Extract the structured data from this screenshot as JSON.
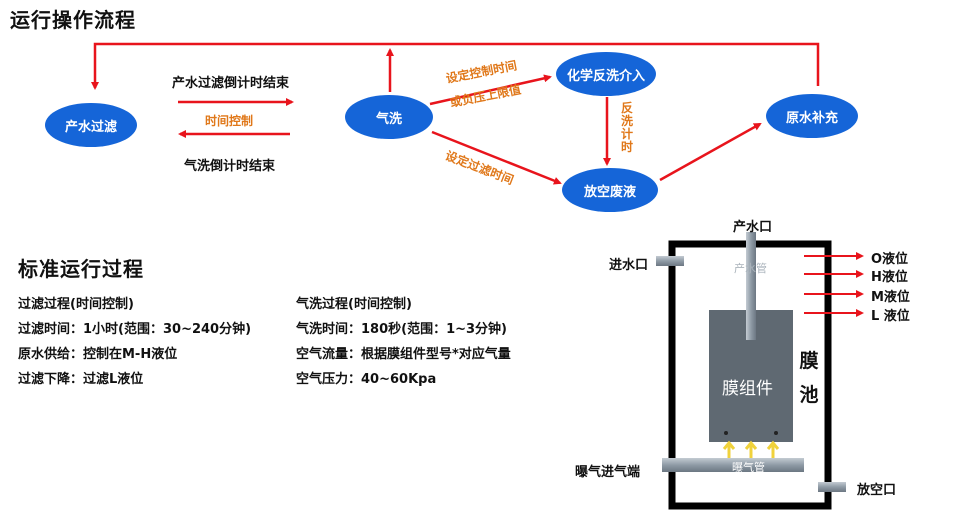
{
  "titles": {
    "flow": "运行操作流程",
    "standard": "标准运行过程"
  },
  "nodes": {
    "production": "产水过滤",
    "air_wash": "气洗",
    "chem_wash": "化学反洗介入",
    "drain": "放空废液",
    "refill": "原水补充"
  },
  "arrow_labels": {
    "filter_countdown_end": "产水过滤倒计时结束",
    "time_control": "时间控制",
    "air_countdown_end": "气洗倒计时结束",
    "set_control_time": "设定控制时间",
    "or_neg_pressure": "或负压上限值",
    "backwash_timing": "反洗计时",
    "set_filter_time": "设定过滤时间"
  },
  "process": {
    "left": [
      "过滤过程(时间控制)",
      "过滤时间：1小时(范围：30~240分钟)",
      "原水供给：控制在M-H液位",
      "过滤下降：过滤L液位"
    ],
    "right": [
      "气洗过程(时间控制)",
      "气洗时间：180秒(范围：1~3分钟)",
      "空气流量：根据膜组件型号*对应气量",
      "空气压力：40~60Kpa"
    ]
  },
  "tank": {
    "outlet": "产水口",
    "inlet": "进水口",
    "outlet_pipe": "产水管",
    "module": "膜组件",
    "tank_label": "膜池",
    "aeration_inlet": "曝气进气端",
    "aeration_pipe": "曝气管",
    "drain_port": "放空口",
    "levels": [
      "O液位",
      "H液位",
      "M液位",
      "L 液位"
    ]
  },
  "colors": {
    "node_fill": "#1565d8",
    "arrow": "#e8141c",
    "accent_text": "#e0781a",
    "tank_border": "#000000",
    "pipe": "#8e9aa6",
    "module": "#606a74",
    "aeration_arrow": "#f0d23c"
  }
}
